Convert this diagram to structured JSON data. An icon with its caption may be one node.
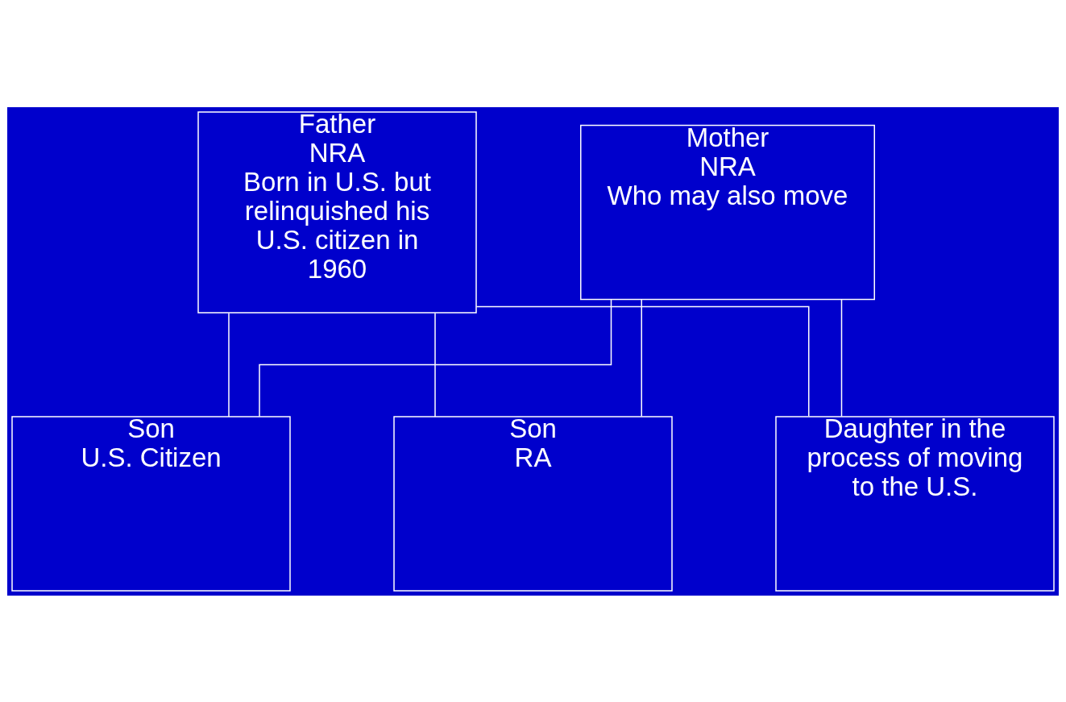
{
  "diagram": {
    "nodes": [
      {
        "text": [
          "Father",
          "NRA",
          "Born in U.S. but relinquished his U.S. citizen in 1960"
        ]
      },
      {
        "text": [
          "Mother",
          "NRA",
          "Who may also move"
        ]
      },
      {
        "text": [
          "Son",
          "U.S. Citizen"
        ]
      },
      {
        "text": [
          "Son",
          "RA"
        ]
      },
      {
        "text": [
          "Daughter in the process of moving to the U.S."
        ]
      }
    ],
    "edges": [
      {
        "from": 0,
        "to": 2,
        "arrow": "none"
      },
      {
        "from": 0,
        "to": 3,
        "arrow": "none"
      },
      {
        "from": 0,
        "to": 4,
        "arrow": "none"
      },
      {
        "from": 1,
        "to": 2,
        "arrow": "none"
      },
      {
        "from": 1,
        "to": 3,
        "arrow": "none"
      },
      {
        "from": 1,
        "to": 4,
        "arrow": "none"
      }
    ]
  }
}
